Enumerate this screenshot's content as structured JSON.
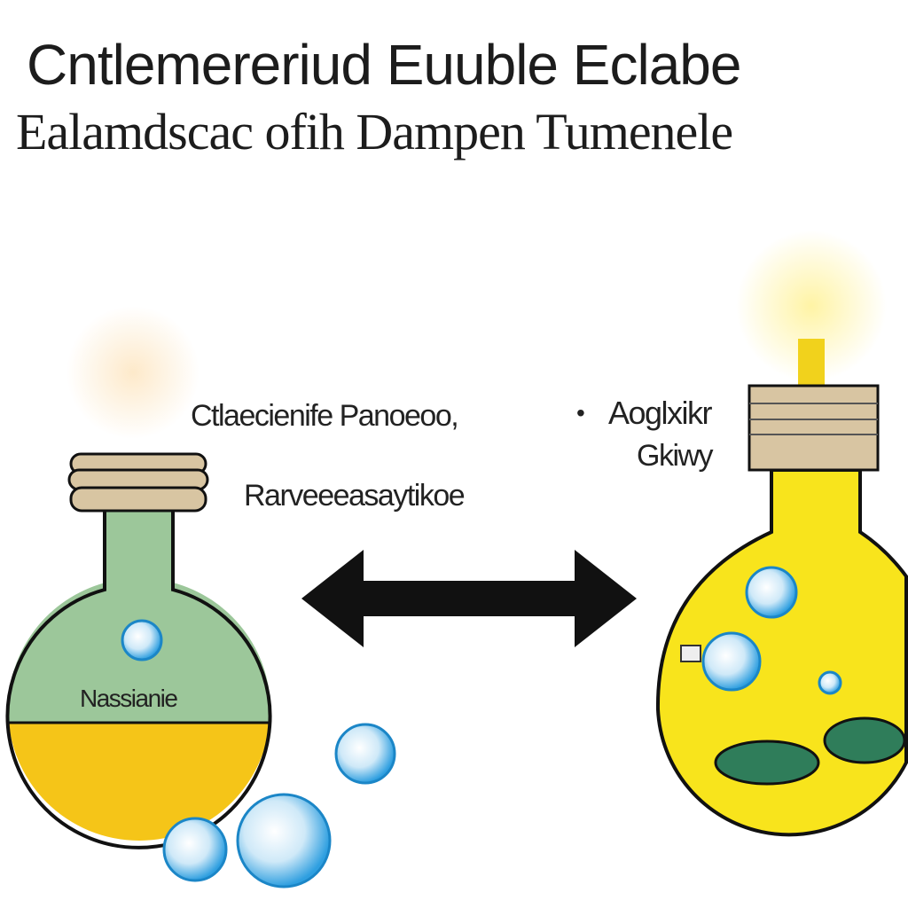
{
  "title": {
    "line1": "Cntlemereriud Euuble Eclabe",
    "line2": "Ealamdscac ofih Dampen Tumenele"
  },
  "labels": {
    "top_left": "Ctlaecienife Panoeoo,",
    "bullet": "•",
    "top_right_1": "Aoglxikr",
    "top_right_2": "Gkiwy",
    "middle": "Rarveeeasaytikoe",
    "flask": "Nassianie"
  },
  "colors": {
    "flask_green": "#9cc79a",
    "flask_yellow": "#f5c518",
    "bulb_yellow": "#f8e41c",
    "cap": "#d8c5a2",
    "bubble_blue": "#3aa7e6",
    "arrow": "#111111"
  }
}
